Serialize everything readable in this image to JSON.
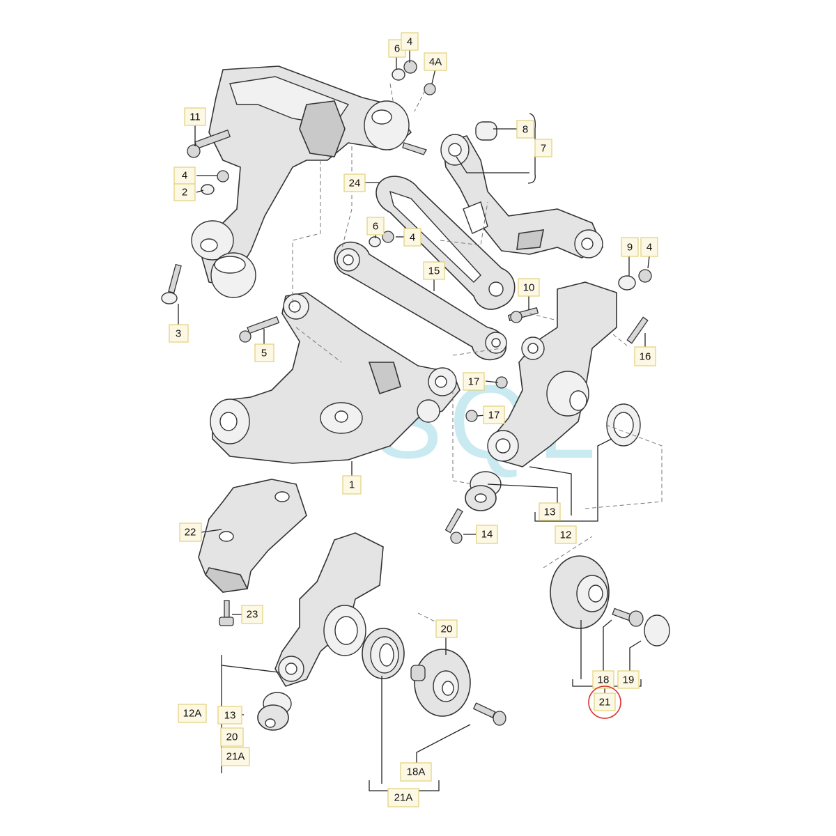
{
  "watermark": {
    "text": "SQL"
  },
  "labels": {
    "l1": "1",
    "l2": "2",
    "l3": "3",
    "l4a": "4",
    "l4b": "4",
    "l4c": "4",
    "l4d": "4",
    "l4A": "4A",
    "l5": "5",
    "l6a": "6",
    "l6b": "6",
    "l7": "7",
    "l8": "8",
    "l9": "9",
    "l10": "10",
    "l11": "11",
    "l12": "12",
    "l12A": "12A",
    "l13a": "13",
    "l13b": "13",
    "l14": "14",
    "l15": "15",
    "l16": "16",
    "l17a": "17",
    "l17b": "17",
    "l18": "18",
    "l18A": "18A",
    "l19": "19",
    "l20a": "20",
    "l20b": "20",
    "l21": "21",
    "l21Aa": "21A",
    "l21Ab": "21A",
    "l22": "22",
    "l23": "23",
    "l24": "24"
  },
  "highlighted_part": "21",
  "colors": {
    "label_fill": "#fdf8e4",
    "label_border": "#e2cf7a",
    "highlight_ring": "#d9332b",
    "watermark": "#9fd9e6"
  }
}
